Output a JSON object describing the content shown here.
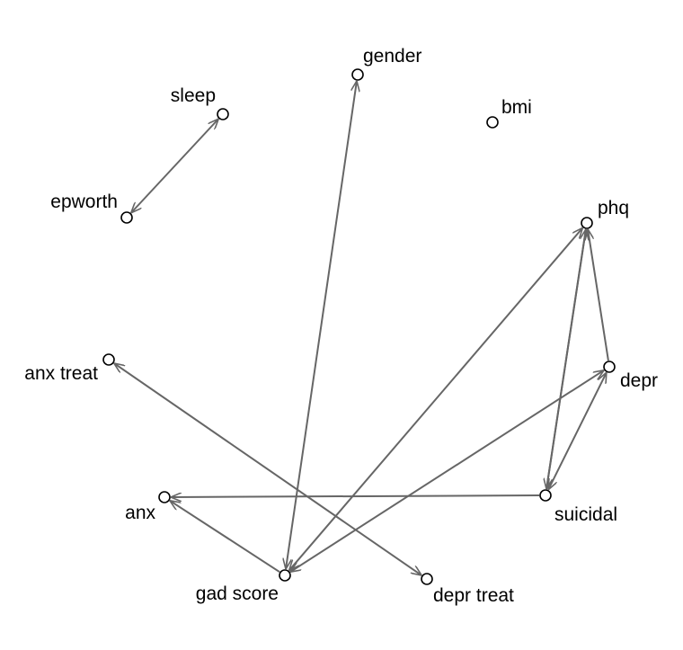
{
  "colors": {
    "edge": "#666666",
    "node_stroke": "#000000",
    "label": "#000000"
  },
  "nodes": [
    {
      "id": "gender",
      "label": "gender"
    },
    {
      "id": "bmi",
      "label": "bmi"
    },
    {
      "id": "sleep",
      "label": "sleep"
    },
    {
      "id": "epworth",
      "label": "epworth"
    },
    {
      "id": "phq",
      "label": "phq"
    },
    {
      "id": "depr",
      "label": "depr"
    },
    {
      "id": "anx_treat",
      "label": "anx treat"
    },
    {
      "id": "suicidal",
      "label": "suicidal"
    },
    {
      "id": "anx",
      "label": "anx"
    },
    {
      "id": "gad_score",
      "label": "gad score"
    },
    {
      "id": "depr_treat",
      "label": "depr treat"
    }
  ],
  "edges": [
    {
      "from": "sleep",
      "to": "epworth",
      "directed": "both"
    },
    {
      "from": "gender",
      "to": "gad_score",
      "directed": "both"
    },
    {
      "from": "gad_score",
      "to": "phq",
      "directed": "both"
    },
    {
      "from": "gad_score",
      "to": "depr",
      "directed": "both"
    },
    {
      "from": "anx_treat",
      "to": "depr_treat",
      "directed": "both"
    },
    {
      "from": "suicidal",
      "to": "anx",
      "directed": "forward"
    },
    {
      "from": "gad_score",
      "to": "anx",
      "directed": "forward"
    },
    {
      "from": "suicidal",
      "to": "phq",
      "directed": "forward"
    },
    {
      "from": "depr",
      "to": "phq",
      "directed": "forward"
    },
    {
      "from": "phq",
      "to": "suicidal",
      "directed": "forward"
    },
    {
      "from": "depr",
      "to": "suicidal",
      "directed": "both"
    }
  ]
}
